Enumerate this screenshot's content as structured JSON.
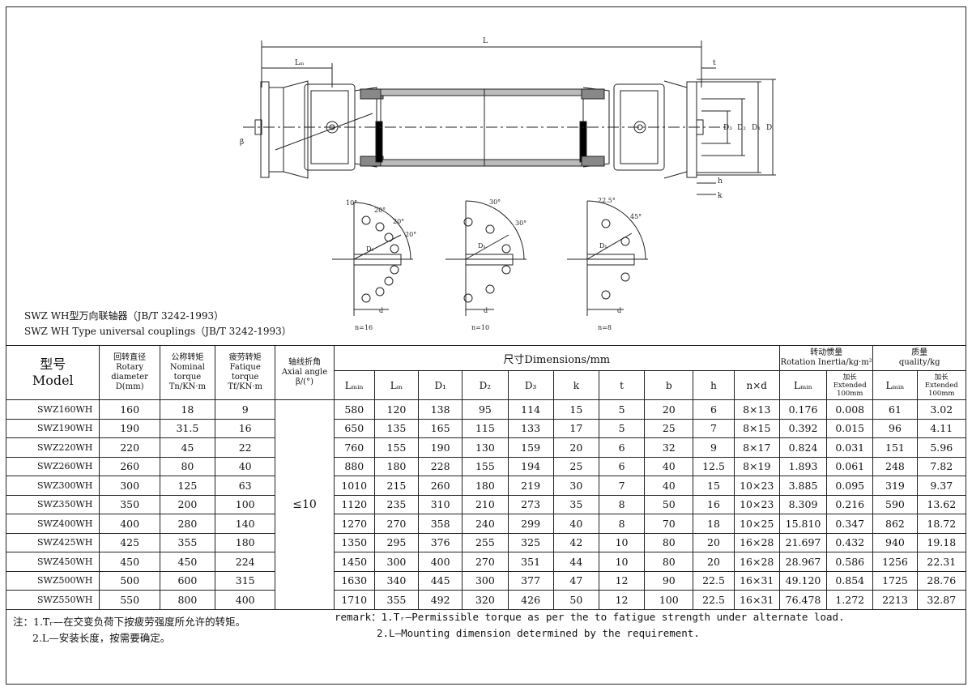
{
  "drawing": {
    "dim_labels": {
      "L": "L",
      "Lm": "Lₘ",
      "t": "t",
      "D3": "D₃",
      "D2": "D₂",
      "D1": "D₁",
      "D": "D",
      "h": "h",
      "k": "k",
      "beta": "β"
    },
    "flange_views": [
      {
        "n_label": "n=16",
        "angles": [
          "10°",
          "20°",
          "20°",
          "20°"
        ],
        "d_label": "d",
        "D1_label": "D₁"
      },
      {
        "n_label": "n=10",
        "angles": [
          "30°",
          "30°"
        ],
        "d_label": "d",
        "D1_label": "D₁"
      },
      {
        "n_label": "n=8",
        "angles": [
          "22.5°",
          "45°"
        ],
        "d_label": "d",
        "D1_label": "D₁"
      }
    ]
  },
  "title_cn": "SWZ WH型万向联轴器（JB/T 3242-1993）",
  "title_en": "SWZ WH Type universal couplings（JB/T 3242-1993）",
  "table": {
    "headers": {
      "model_cn": "型号",
      "model_en": "Model",
      "rotary_cn": "回转直径",
      "rotary_en1": "Rotary",
      "rotary_en2": "diameter",
      "rotary_en3": "D(mm)",
      "nominal_cn": "公称转矩",
      "nominal_en1": "Nominal",
      "nominal_en2": "torque",
      "nominal_en3": "Tn/KN·m",
      "fatigue_cn": "疲劳转矩",
      "fatigue_en1": "Fatique",
      "fatigue_en2": "torque",
      "fatigue_en3": "Tf/KN·m",
      "axial_cn": "轴线折角",
      "axial_en1": "Axial angle",
      "axial_en2": "β/(°)",
      "dimensions": "尺寸Dimensions/mm",
      "inertia_cn": "转动惯量",
      "inertia_en": "Rotation Inertia/kg·m²",
      "quality_cn": "质量",
      "quality_en": "quality/kg",
      "lmin": "Lₘᵢₙ",
      "lm": "Lₘ",
      "d1": "D₁",
      "d2": "D₂",
      "d3": "D₃",
      "k": "k",
      "t": "t",
      "b": "b",
      "h": "h",
      "nxd": "n×d",
      "inertia_lmin": "Lₘᵢₙ",
      "inertia_ext_cn": "加长",
      "inertia_ext_en1": "Extended",
      "inertia_ext_en2": "100mm",
      "quality_lmin": "Lₘᵢₙ",
      "quality_ext_cn": "加长",
      "quality_ext_en1": "Extended",
      "quality_ext_en2": "100mm"
    },
    "axial_value": "≤10",
    "rows": [
      [
        "SWZ160WH",
        "160",
        "18",
        "9",
        "580",
        "120",
        "138",
        "95",
        "114",
        "15",
        "5",
        "20",
        "6",
        "8×13",
        "0.176",
        "0.008",
        "61",
        "3.02"
      ],
      [
        "SWZ190WH",
        "190",
        "31.5",
        "16",
        "650",
        "135",
        "165",
        "115",
        "133",
        "17",
        "5",
        "25",
        "7",
        "8×15",
        "0.392",
        "0.015",
        "96",
        "4.11"
      ],
      [
        "SWZ220WH",
        "220",
        "45",
        "22",
        "760",
        "155",
        "190",
        "130",
        "159",
        "20",
        "6",
        "32",
        "9",
        "8×17",
        "0.824",
        "0.031",
        "151",
        "5.96"
      ],
      [
        "SWZ260WH",
        "260",
        "80",
        "40",
        "880",
        "180",
        "228",
        "155",
        "194",
        "25",
        "6",
        "40",
        "12.5",
        "8×19",
        "1.893",
        "0.061",
        "248",
        "7.82"
      ],
      [
        "SWZ300WH",
        "300",
        "125",
        "63",
        "1010",
        "215",
        "260",
        "180",
        "219",
        "30",
        "7",
        "40",
        "15",
        "10×23",
        "3.885",
        "0.095",
        "319",
        "9.37"
      ],
      [
        "SWZ350WH",
        "350",
        "200",
        "100",
        "1120",
        "235",
        "310",
        "210",
        "273",
        "35",
        "8",
        "50",
        "16",
        "10×23",
        "8.309",
        "0.216",
        "590",
        "13.62"
      ],
      [
        "SWZ400WH",
        "400",
        "280",
        "140",
        "1270",
        "270",
        "358",
        "240",
        "299",
        "40",
        "8",
        "70",
        "18",
        "10×25",
        "15.810",
        "0.347",
        "862",
        "18.72"
      ],
      [
        "SWZ425WH",
        "425",
        "355",
        "180",
        "1350",
        "295",
        "376",
        "255",
        "325",
        "42",
        "10",
        "80",
        "20",
        "16×28",
        "21.697",
        "0.432",
        "940",
        "19.18"
      ],
      [
        "SWZ450WH",
        "450",
        "450",
        "224",
        "1450",
        "300",
        "400",
        "270",
        "351",
        "44",
        "10",
        "80",
        "20",
        "16×28",
        "28.967",
        "0.586",
        "1256",
        "22.31"
      ],
      [
        "SWZ500WH",
        "500",
        "600",
        "315",
        "1630",
        "340",
        "445",
        "300",
        "377",
        "47",
        "12",
        "90",
        "22.5",
        "16×31",
        "49.120",
        "0.854",
        "1725",
        "28.76"
      ],
      [
        "SWZ550WH",
        "550",
        "800",
        "400",
        "1710",
        "355",
        "492",
        "320",
        "426",
        "50",
        "12",
        "100",
        "22.5",
        "16×31",
        "76.478",
        "1.272",
        "2213",
        "32.87"
      ]
    ]
  },
  "notes_cn": {
    "line1": "注：1.Tᵣ—在交变负荷下按疲劳强度所允许的转矩。",
    "line2": "2.L—安装长度，按需要确定。"
  },
  "notes_en": {
    "line1": "remark：1.Tᵣ—Permissible torque as per the to fatigue strength under alternate load.",
    "line2": "2.L—Mounting dimension determined by the requirement."
  }
}
